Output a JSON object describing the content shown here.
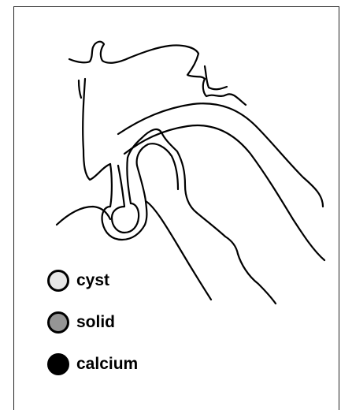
{
  "legend": {
    "items": [
      {
        "label": "cyst",
        "color": "#e6e6e6"
      },
      {
        "label": "solid",
        "color": "#959595"
      },
      {
        "label": "calcium",
        "color": "#000000"
      }
    ]
  }
}
